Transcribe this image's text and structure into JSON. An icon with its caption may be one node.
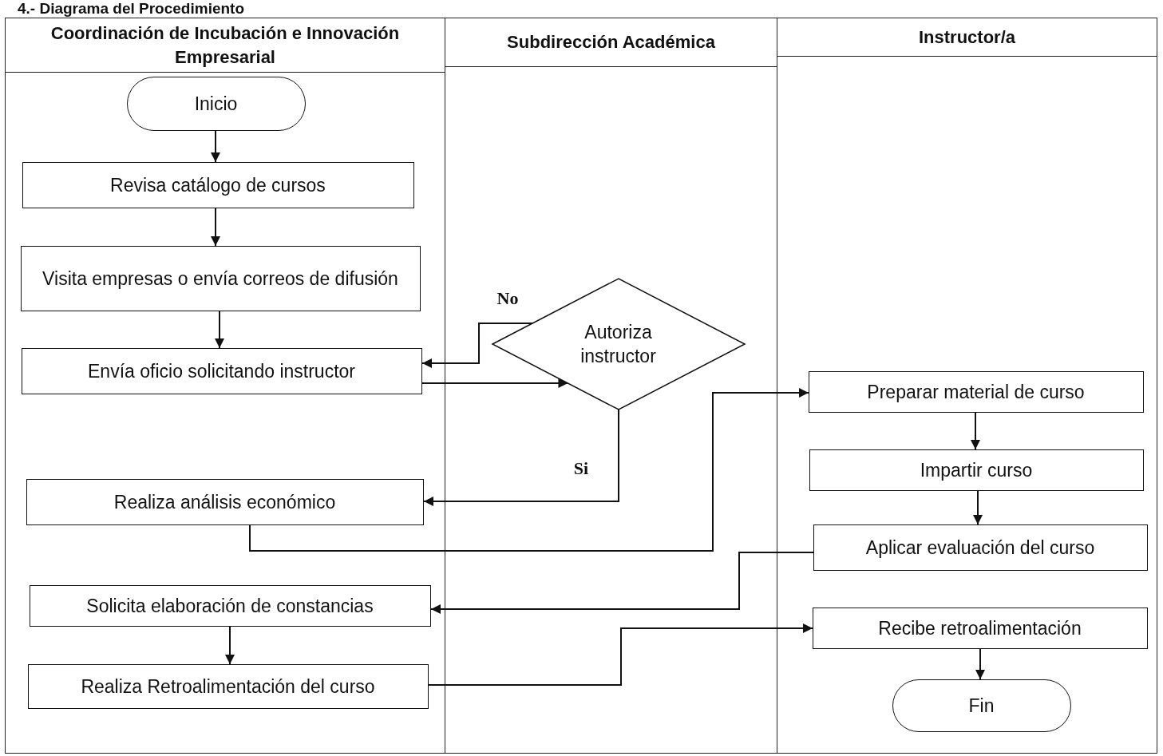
{
  "diagram": {
    "title": "4.- Diagrama del Procedimiento",
    "nodes": [
      {
        "text": [
          "Coordinación de Incubación e Innovación Empresarial"
        ]
      },
      {
        "text": [
          "Subdirección Académica"
        ]
      },
      {
        "text": [
          "Instructor/a"
        ]
      },
      {
        "text": [
          "Inicio"
        ],
        "in": 0
      },
      {
        "text": [
          "Revisa catálogo de cursos"
        ],
        "in": 0
      },
      {
        "text": [
          "Visita empresas o envía correos de difusión"
        ],
        "in": 0
      },
      {
        "text": [
          "Envía oficio solicitando instructor"
        ],
        "in": 0
      },
      {
        "text": [
          "Autoriza instructor"
        ],
        "in": 1
      },
      {
        "text": [
          "Realiza análisis económico"
        ],
        "in": 0
      },
      {
        "text": [
          "Solicita elaboración de constancias"
        ],
        "in": 0
      },
      {
        "text": [
          "Realiza Retroalimentación del curso"
        ],
        "in": 0
      },
      {
        "text": [
          "Preparar material de curso"
        ],
        "in": 2
      },
      {
        "text": [
          "Impartir curso"
        ],
        "in": 2
      },
      {
        "text": [
          "Aplicar evaluación del curso"
        ],
        "in": 2
      },
      {
        "text": [
          "Recibe retroalimentación"
        ],
        "in": 2
      },
      {
        "text": [
          "Fin"
        ],
        "in": 2
      }
    ],
    "edges": [
      {
        "from": 3,
        "to": 4,
        "arrow": "to"
      },
      {
        "from": 4,
        "to": 5,
        "arrow": "to"
      },
      {
        "from": 5,
        "to": 6,
        "arrow": "to"
      },
      {
        "from": 6,
        "to": 7,
        "arrow": "to"
      },
      {
        "from": 7,
        "to": 6,
        "arrow": "to",
        "label": "No"
      },
      {
        "from": 7,
        "to": 8,
        "arrow": "to",
        "label": "Si"
      },
      {
        "from": 8,
        "to": 11,
        "arrow": "to"
      },
      {
        "from": 11,
        "to": 12,
        "arrow": "to"
      },
      {
        "from": 12,
        "to": 13,
        "arrow": "to"
      },
      {
        "from": 13,
        "to": 9,
        "arrow": "to"
      },
      {
        "from": 9,
        "to": 10,
        "arrow": "to"
      },
      {
        "from": 10,
        "to": 14,
        "arrow": "to"
      },
      {
        "from": 14,
        "to": 15,
        "arrow": "to"
      }
    ]
  }
}
